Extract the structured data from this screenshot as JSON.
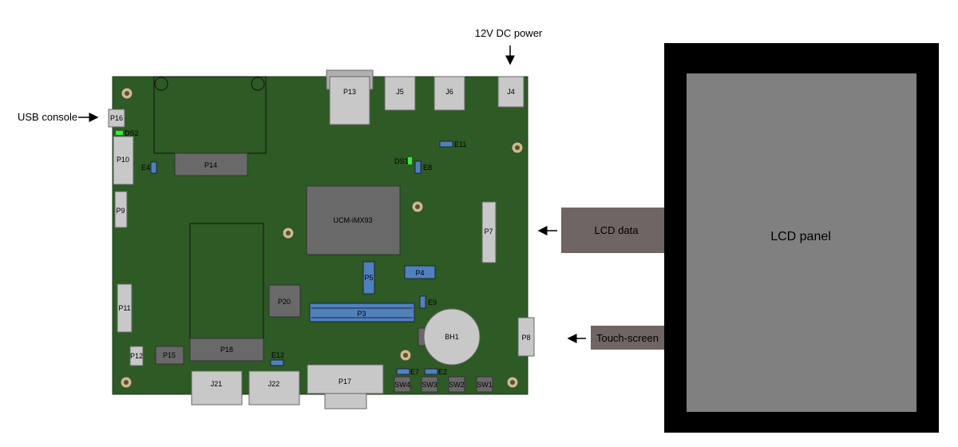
{
  "callouts": {
    "power": "12V DC power",
    "usb": "USB console",
    "lcd_data": "LCD data",
    "touch": "Touch-screen"
  },
  "panel": {
    "label": "LCD panel"
  },
  "board": {
    "soc": "UCM-iMX93",
    "connectors": {
      "P13": "P13",
      "J5": "J5",
      "J6": "J6",
      "J4": "J4",
      "P16": "P16",
      "P10": "P10",
      "P9": "P9",
      "P11": "P11",
      "P12": "P12",
      "P14": "P14",
      "P7": "P7",
      "P8": "P8",
      "P5": "P5",
      "P4": "P4",
      "P3": "P3",
      "P20": "P20",
      "P18": "P18",
      "P15": "P15",
      "J21": "J21",
      "J22": "J22",
      "P17": "P17",
      "BH1": "BH1"
    },
    "switches": {
      "SW4": "SW4",
      "SW3": "SW3",
      "SW2": "SW2",
      "SW1": "SW1"
    },
    "jumpers": {
      "E4": "E4",
      "E11": "E11",
      "E8": "E8",
      "E9": "E9",
      "E12": "E12",
      "E7": "E7",
      "E2": "E2"
    },
    "leds": {
      "DS1": "DS1",
      "DS2": "DS2"
    }
  },
  "colors": {
    "pcb": "#2e5a25",
    "connector_grey": "#c8c8c8",
    "chip_dark": "#696969",
    "jumper_blue": "#4f81bd",
    "led_green": "#33ee33",
    "panel_frame": "#000000",
    "panel_screen": "#808080",
    "cable": "#6f6563",
    "mount_hole": "#c9bd87"
  }
}
